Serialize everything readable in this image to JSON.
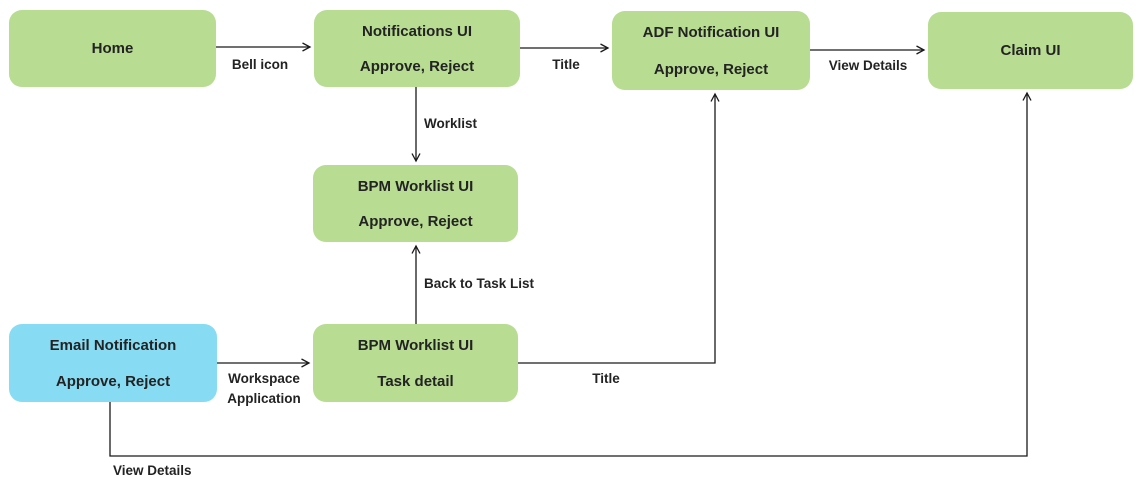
{
  "diagram": {
    "nodes": {
      "home": {
        "title": "Home"
      },
      "notifications_ui": {
        "title": "Notifications UI",
        "subtitle": "Approve, Reject"
      },
      "adf_notification_ui": {
        "title": "ADF Notification UI",
        "subtitle": "Approve, Reject"
      },
      "claim_ui": {
        "title": "Claim UI"
      },
      "bpm_worklist_ui": {
        "title": "BPM Worklist UI",
        "subtitle": "Approve, Reject"
      },
      "email_notification": {
        "title": "Email Notification",
        "subtitle": "Approve, Reject"
      },
      "bpm_worklist_task_detail": {
        "title": "BPM Worklist UI",
        "subtitle": "Task detail"
      }
    },
    "edges": {
      "bell_icon": {
        "label": "Bell icon"
      },
      "title_top": {
        "label": "Title"
      },
      "view_details_top": {
        "label": "View Details"
      },
      "worklist": {
        "label": "Worklist"
      },
      "back_to_task_list": {
        "label": "Back to Task List"
      },
      "workspace_application": {
        "label": "Workspace\nApplication"
      },
      "title_bottom": {
        "label": "Title"
      },
      "view_details_bottom": {
        "label": "View Details"
      }
    },
    "colors": {
      "node_green": "#b7dc92",
      "node_blue": "#87dcf3",
      "line": "#1a1a1a",
      "text": "#232323",
      "background": "#ffffff"
    }
  }
}
